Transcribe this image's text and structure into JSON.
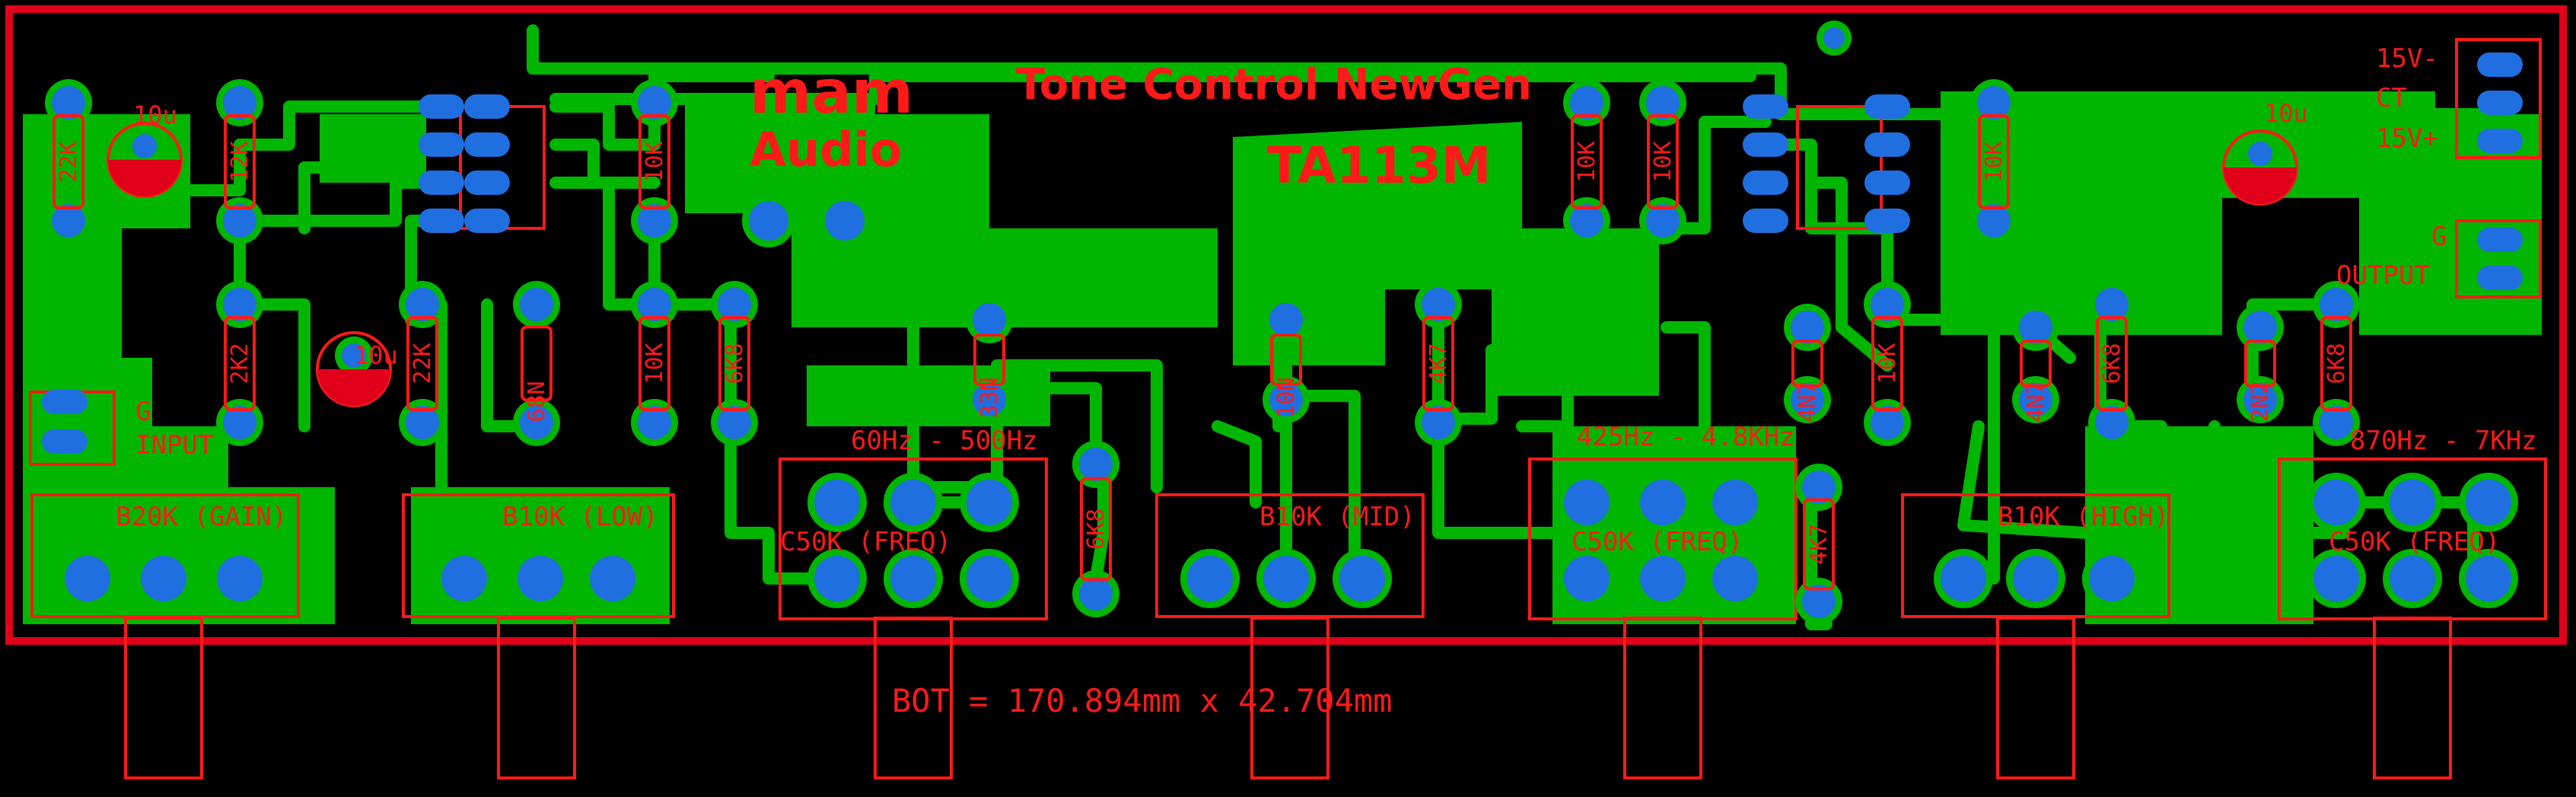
{
  "board": {
    "title": "Tone Control NewGen",
    "model": "TA113M",
    "logo_top": "mam",
    "logo_bottom": "Audio",
    "dimension": "BOT = 170.894mm x 42.704mm"
  },
  "colors": {
    "background": "#000000",
    "copper": "#00b600",
    "silkscreen": "#ff1a1a",
    "pad": "#1f6fe0",
    "board_edge": "#e0001a"
  },
  "connectors": {
    "input": [
      "G",
      "INPUT"
    ],
    "output": [
      "G",
      "OUTPUT"
    ],
    "power": [
      "15V-",
      "CT",
      "15V+"
    ]
  },
  "pots": [
    {
      "label": "B20K (GAIN)"
    },
    {
      "label": "B10K (LOW)"
    },
    {
      "label": "C50K (FREQ)"
    },
    {
      "label": "B10K (MID)"
    },
    {
      "label": "C50K (FREQ)"
    },
    {
      "label": "B10K (HIGH)"
    },
    {
      "label": "C50K (FREQ)"
    }
  ],
  "band_labels": [
    "60Hz - 500Hz",
    "425Hz - 4.8KHz",
    "870Hz - 7KHz"
  ],
  "components": {
    "r_22k_a": "22K",
    "c_10u_a": "10u",
    "r_12k": "12K",
    "r_2k2": "2K2",
    "c_10u_b": "10u",
    "r_22k_b": "22K",
    "c_68n": "68N",
    "r_10k_a": "10K",
    "r_10k_b": "10K",
    "r_6k8_a": "6K8",
    "c_33n": "33N",
    "r_6k8_b": "6K8",
    "c_10n": "10N",
    "r_4k7_a": "4K7",
    "r_10k_c": "10K",
    "r_10k_d": "10K",
    "c_4n7_a": "4N7",
    "r_10k_e": "10K",
    "r_4k7_b": "4K7",
    "r_10k_f": "10K",
    "c_4n7_b": "4N7",
    "r_6k8_c": "6K8",
    "c_2n2": "2N2",
    "r_6k8_d": "6K8",
    "c_10u_c": "10u"
  }
}
